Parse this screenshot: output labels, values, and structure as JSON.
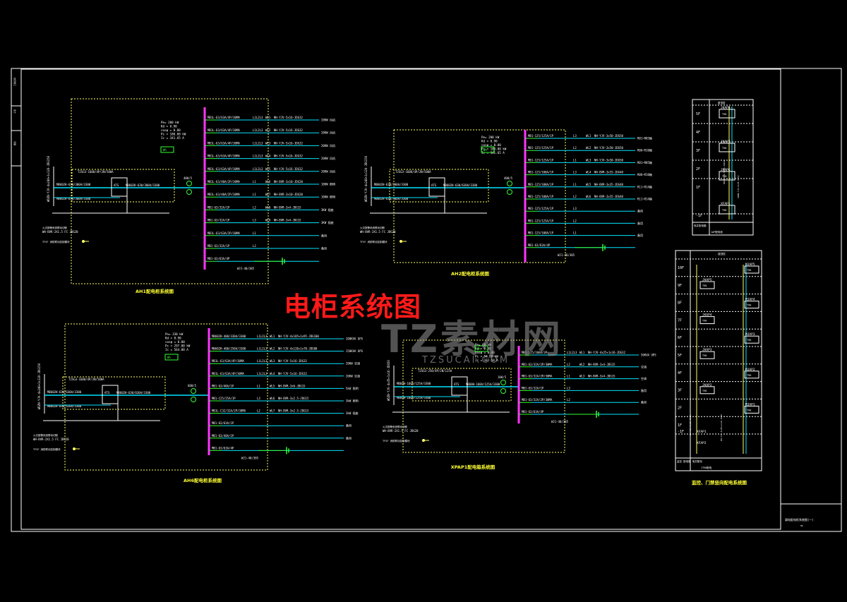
{
  "banner": "电柜系统图",
  "watermark": {
    "main": "TZ素材网",
    "sub": "TZSUCAI.COM"
  },
  "colors": {
    "bus": "#ff33ff",
    "feeder": "#00e5ff",
    "frame": "#ffffff",
    "boundary": "#ffff66",
    "label": "#ffffff",
    "green": "#33ff33",
    "title": "#ffff33"
  },
  "diagrams": [
    {
      "title": "AH1配电柜系统图",
      "incoming": "WDZN-YJV-4x240+1x120-JDG150",
      "params": [
        "Pe= 200 kW",
        "Kd = 0.90",
        "cosφ = 0.80",
        "Pc = 180.00 kW",
        "Ic = 341.65 A"
      ],
      "main_breaker": "MB602H-630/300A/3300",
      "ct": "400/5",
      "spd": "T2SG3-1600/4P/2N/500A",
      "aux": [
        "MB602H-630/300A/3300",
        "MB602H-630/300A/3300"
      ],
      "note1": "火灾报警系统联动切断",
      "note2": "WH-BVR-2X1.5 FC JDG20",
      "note3": "TFSF 消防联动控制模块",
      "feeders": [
        {
          "breaker": "MB1L-63/63A/4P/30MA",
          "phase": "L1L2L3",
          "circuit": "WL1",
          "cable": "NH-YJV-5x16-JDG32",
          "load": "20KW 风机"
        },
        {
          "breaker": "MB1L-63/63A/4P/30MA",
          "phase": "L1L2L3",
          "circuit": "WL2",
          "cable": "NH-YJV-5x16-JDG32",
          "load": "20KW 风机"
        },
        {
          "breaker": "MB1L-63/63A/4P/30MA",
          "phase": "L1L2L3",
          "circuit": "WL3",
          "cable": "NH-YJV-5x16-JDG32",
          "load": "20KW 风机"
        },
        {
          "breaker": "MB1L-63/63A/4P/30MA",
          "phase": "L1L2L3",
          "circuit": "WL4",
          "cable": "NH-YJV-5x16-JDG32",
          "load": "20KW 风机"
        },
        {
          "breaker": "MB1L-63/63A/4P/30MA",
          "phase": "L1L2L3",
          "circuit": "WL5",
          "cable": "NH-YJV-5x16-JDG32",
          "load": "20KW 风机"
        },
        {
          "breaker": "MB1L-63/40A/2P/30MA",
          "phase": "L1",
          "circuit": "WL6",
          "cable": "NH-BVR-3x10-JDG20",
          "load": "10KW 照明"
        },
        {
          "breaker": "MB1L-63/40A/2P/30MA",
          "phase": "L1",
          "circuit": "WL7",
          "cable": "NH-BVR-3x10-JDG20",
          "load": "10KW 照明"
        },
        {
          "breaker": "MB1-63/32A/1P",
          "phase": "L2",
          "circuit": "WL8",
          "cable": "NH-BVR-3x4-JDG15",
          "load": "3KW 插座"
        },
        {
          "breaker": "MB1-63/32A/1P",
          "phase": "L3",
          "circuit": "WL9",
          "cable": "NH-BVR-3x4-JDG15",
          "load": "3KW 插座"
        },
        {
          "breaker": "MB1L-63/63A/2P/30MA",
          "phase": "L1",
          "circuit": "",
          "cable": "",
          "load": "备用"
        },
        {
          "breaker": "MB1-63/32A/1P",
          "phase": "L2",
          "circuit": "",
          "cable": "",
          "load": "备用"
        },
        {
          "breaker": "MB1-63/63A/4P",
          "phase": "",
          "circuit": "",
          "cable": "",
          "load": ""
        }
      ],
      "earth": "WJ1-40/385"
    },
    {
      "title": "AH2配电柜系统图",
      "incoming": "WDZN-YJV-4x240+1x120-JDG150",
      "params": [
        "Pe= 200 kW",
        "Kd = 0.90",
        "cosφ = 0.80",
        "Pc = 180.00 kW",
        "Ic = 341.65 A"
      ],
      "main_breaker": "MB602H-630/630A/3300",
      "ct": "400/5",
      "spd": "T2SG3-1600/4P/2N/500A",
      "aux": [
        "MB602H-630/300A/3300",
        "MB602H-630/300A/3300"
      ],
      "note1": "火灾报警系统联动切断",
      "note2": "WH-BVR-2X1.5 FC JDG20",
      "note3": "TFSF 消防联动控制模块",
      "feeders": [
        {
          "breaker": "MB1-125/125A/1P",
          "phase": "L3",
          "circuit": "WL1",
          "cable": "NH-YJV-3x50-JDG50",
          "load": "R01~R05箱"
        },
        {
          "breaker": "MB1-125/125A/1P",
          "phase": "L2",
          "circuit": "WL2",
          "cable": "NH-YJV-3x50-JDG50",
          "load": "R06~R10箱"
        },
        {
          "breaker": "MB1-125/125A/1P",
          "phase": "L1",
          "circuit": "WL3",
          "cable": "NH-YJV-3x50-JDG50",
          "load": "R01~R05箱"
        },
        {
          "breaker": "MB1-125/100A/1P",
          "phase": "L3",
          "circuit": "WL4",
          "cable": "NH-BVR-3x35-JDG40",
          "load": "R06~R10箱"
        },
        {
          "breaker": "MB1-125/100A/1P",
          "phase": "L1",
          "circuit": "WL5",
          "cable": "NH-BVR-3x35-JDG40",
          "load": "R11~R14箱"
        },
        {
          "breaker": "MB1-125/100A/1P",
          "phase": "L2",
          "circuit": "WL6",
          "cable": "NH-BVR-3x35-JDG40",
          "load": "R11~R14箱"
        },
        {
          "breaker": "MB1-125/125A/1P",
          "phase": "L3",
          "circuit": "",
          "cable": "",
          "load": "备用"
        },
        {
          "breaker": "MB1-125/125A/1P",
          "phase": "L2",
          "circuit": "",
          "cable": "",
          "load": "备用"
        },
        {
          "breaker": "MB1-125/100A/1P",
          "phase": "L1",
          "circuit": "",
          "cable": "",
          "load": "备用"
        },
        {
          "breaker": "MB1-63/63A/4P",
          "phase": "",
          "circuit": "",
          "cable": "",
          "load": ""
        }
      ],
      "earth": "WJ1-40/385"
    },
    {
      "title": "AH6配电柜系统图",
      "incoming": "WDZN-YJV-4x240+1x120-JDG150",
      "params": [
        "Pn= 330 kW",
        "Kd = 0.90",
        "cosφ = 0.80",
        "Pc = 297.00 kW",
        "Ic = 564.08 A"
      ],
      "main_breaker": "MB602H-630/630A/3300",
      "ct": "600/5",
      "spd": "T2SG3-1600/4P/2N/500A",
      "aux": [
        "MB602H-630/630A/3300",
        "MB602H-630/630A/3300"
      ],
      "note1": "火灾报警系统联动切断",
      "note2": "WH-BVR-2X1.5 FC JDG20",
      "note3": "TFSF 消防联动控制模块",
      "feeders": [
        {
          "breaker": "MB602H-400/330A/3300",
          "phase": "L1L2L3",
          "circuit": "WL1",
          "cable": "NH-YJV-4x185+1x95-JDG100",
          "load": "200KVA UPS"
        },
        {
          "breaker": "MB602H-400/250A/3300",
          "phase": "L1L2L3",
          "circuit": "WL2",
          "cable": "NH-YJV-4x120+1x70-JDG80",
          "load": "150KVA UPS"
        },
        {
          "breaker": "MB1L-63/63A/4P/30MA",
          "phase": "L1L2L3",
          "circuit": "WL3",
          "cable": "NH-YJV-5x16-JDG32",
          "load": "20KW 空调"
        },
        {
          "breaker": "MB1L-63/63A/4P/30MA",
          "phase": "L1L2L3",
          "circuit": "WL4",
          "cable": "NH-YJV-5x16-JDG32",
          "load": "20KW 空调"
        },
        {
          "breaker": "MB1-63/40A/1P",
          "phase": "L1",
          "circuit": "WL5",
          "cable": "NH-BVR-3x6-JDG15",
          "load": "5kW 照明"
        },
        {
          "breaker": "MB1-C25/25A/1P",
          "phase": "L3",
          "circuit": "WL6",
          "cable": "NH-BVR-3x2.5-JDG15",
          "load": "3kW 照明"
        },
        {
          "breaker": "MB1L-C32/32A/2P/30MA",
          "phase": "L2",
          "circuit": "WL7",
          "cable": "NH-BVR-3x2.5-JDG15",
          "load": "3kW 插座"
        },
        {
          "breaker": "MB1-63/63A/1P",
          "phase": "",
          "circuit": "",
          "cable": "",
          "load": "备用"
        },
        {
          "breaker": "MB1-63/40A/1P",
          "phase": "",
          "circuit": "",
          "cable": "",
          "load": "备用"
        },
        {
          "breaker": "MB1-63/63A/4P",
          "phase": "",
          "circuit": "",
          "cable": "",
          "load": ""
        }
      ],
      "earth": "WJ1-40/385"
    },
    {
      "title": "XPAP1配电箱系统图",
      "incoming": "WDZN-YJV-4x35+1x16-JDG50",
      "params": [
        "Pe= 60 kW",
        "Kd = 0.90",
        "cosφ = 0.80",
        "Pc = 54.00 kW",
        "Ic = 102.58 A"
      ],
      "main_breaker": "MB60H-160A/125A/3300",
      "ct": "100/5",
      "spd": "T2SG3-250/4P/2N/125A",
      "aux": [
        "MB60H-160A/125A/3300",
        "MB60H-160A/125A/3300"
      ],
      "note1": "火灾报警系统联动切断",
      "note2": "WH-BVR-2X1.5 FC JDG20",
      "note3": "TFSF 消防联动控制模块",
      "feeders": [
        {
          "breaker": "MB1-125/100A/3P",
          "phase": "L1L2L3",
          "circuit": "WL1",
          "cable": "NH-YJV-4x25+1x16-JDG32",
          "load": "50KVA UPS"
        },
        {
          "breaker": "MB1-63/32A/2P/30MA",
          "phase": "L2",
          "circuit": "WL2",
          "cable": "NH-BVR-3x4-JDG15",
          "load": "空调"
        },
        {
          "breaker": "MB1-63/32A/2P/30MA",
          "phase": "L1",
          "circuit": "WL3",
          "cable": "NH-BVR-3x4-JDG15",
          "load": "空调"
        },
        {
          "breaker": "MB1-63/32A/1P",
          "phase": "L3",
          "circuit": "",
          "cable": "",
          "load": "备用"
        },
        {
          "breaker": "MB1-63/32A/2P/30MA",
          "phase": "L2",
          "circuit": "",
          "cable": "",
          "load": "备用"
        },
        {
          "breaker": "MB1-63/63A/4P",
          "phase": "",
          "circuit": "",
          "cable": "",
          "load": ""
        }
      ],
      "earth": "WJ1-40/385"
    }
  ],
  "riser1": {
    "header": "屋顶层",
    "floors": [
      "5F",
      "4F",
      "3F",
      "2F",
      "1F",
      "-1F"
    ],
    "boxes": [
      "JKAP8",
      "JKAP7",
      "JKAP6",
      "XFAP1"
    ],
    "box_sub": "T98",
    "cable1": "WDZN-YJV-5x16-JDG32",
    "cable2": "ZRBN-YJV-5x25-SC32",
    "legend": [
      "电井配电箱",
      "1AP配电柜"
    ]
  },
  "riser2": {
    "header": "- 屋顶层",
    "floors": [
      "10F",
      "9F",
      "8F",
      "7F",
      "6F",
      "5F",
      "4F",
      "3F",
      "2F",
      "1F",
      "-1F"
    ],
    "left_boxes": [
      "JKAP5",
      "JKAP4",
      "JKAP3",
      "JKAP2"
    ],
    "right_boxes": [
      "MJAP5",
      "MJAP4",
      "MJAP3",
      "MJAP2",
      "MJAP1"
    ],
    "bottom_boxes": [
      "XFAP1",
      "XFAP2"
    ],
    "box_sub": "T98",
    "cable1": "NH-YJV-5x16-SC40",
    "cable2": "NH-YJV-4x35+1x16-SC50",
    "legend": [
      "监控 配电箱 电井配电",
      "1T98配电"
    ],
    "title": "监控、门禁竖向配电系统图"
  },
  "titleblock": {
    "name": "弱电配电柜系统图(一)",
    "page": "06"
  },
  "sidebar_tags": [
    "工程名称",
    "子项",
    "图名"
  ]
}
